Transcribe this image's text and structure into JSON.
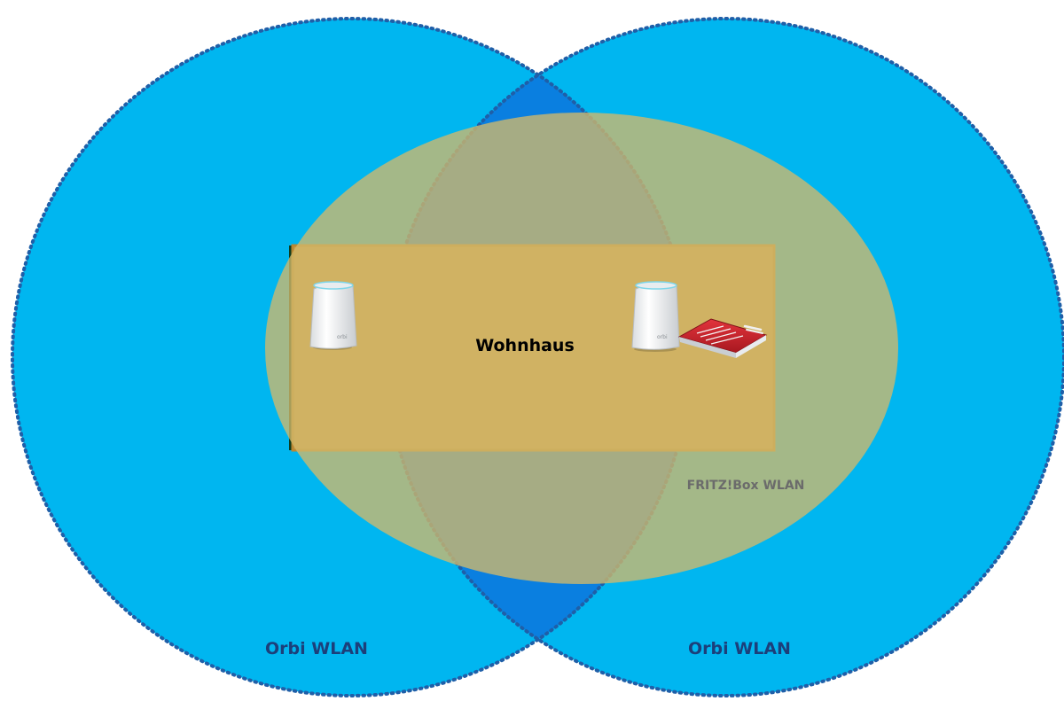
{
  "diagram": {
    "house_label": "Wohnhaus",
    "fritzbox_label": "FRITZ!Box WLAN",
    "orbi_left_label": "Orbi WLAN",
    "orbi_right_label": "Orbi WLAN",
    "devices": {
      "orbi_satellite": "orbi-satellite-icon",
      "orbi_router": "orbi-router-icon",
      "fritzbox_router": "fritzbox-router-icon",
      "orbi_logo_text": "orbi"
    },
    "colors": {
      "orbi_coverage": "#00b6f0",
      "orbi_overlap": "#0a7fe0",
      "orbi_border": "#1f5fa8",
      "fritzbox_coverage": "#c9b46a",
      "house_fill": "#b8955a",
      "label_dark_blue": "#1c3f7a",
      "label_gray": "#6b6b6b",
      "fritzbox_red": "#c8232c"
    }
  }
}
